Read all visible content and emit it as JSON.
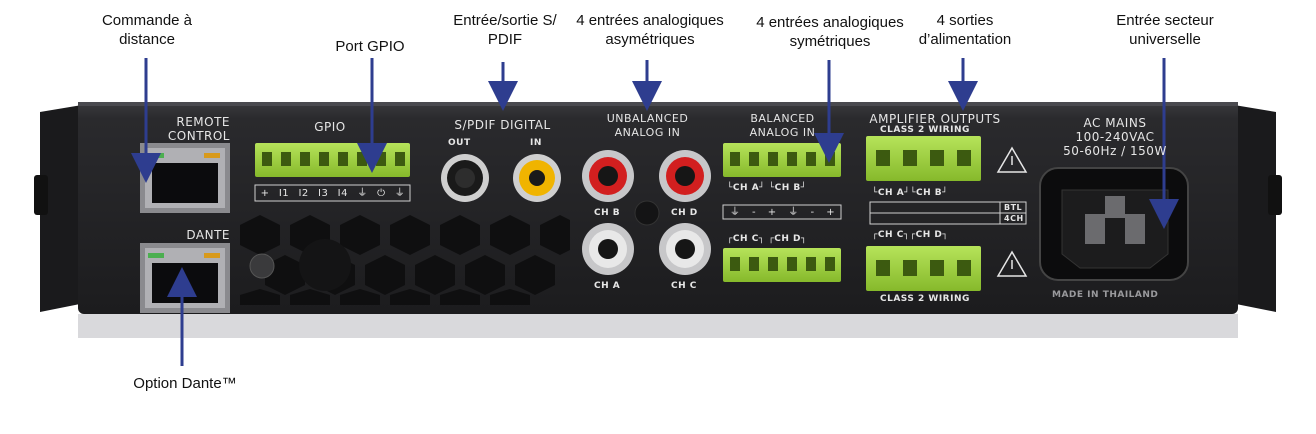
{
  "callouts": {
    "remote": [
      "Commande à",
      "distance"
    ],
    "gpio": "Port GPIO",
    "spdif": [
      "Entrée/sortie S/",
      "PDIF"
    ],
    "unbalanced": [
      "4 entrées analogiques",
      "asymétriques"
    ],
    "balanced": [
      "4 entrées analogiques",
      "symétriques"
    ],
    "outputs": [
      "4 sorties",
      "d’alimentation"
    ],
    "mains": [
      "Entrée secteur",
      "universelle"
    ],
    "dante": "Option Dante™"
  },
  "panel": {
    "remote": [
      "REMOTE",
      "CONTROL"
    ],
    "dante": "DANTE",
    "gpio": "GPIO",
    "gpio_pins": [
      "+",
      "I1",
      "I2",
      "I3",
      "I4",
      "⏚",
      "⏻",
      "⏚"
    ],
    "spdif": "S/PDIF DIGITAL",
    "spdif_out": "OUT",
    "spdif_in": "IN",
    "unbalanced": [
      "UNBALANCED",
      "ANALOG IN"
    ],
    "ch_b": "CH B",
    "ch_d": "CH D",
    "ch_a": "CH A",
    "ch_c": "CH C",
    "balanced": [
      "BALANCED",
      "ANALOG IN"
    ],
    "bal_top": "└CH A┘ └CH B┘",
    "bal_bottom": "┌CH C┐ ┌CH D┐",
    "bal_pins": [
      "⏚",
      "-",
      "+",
      "⏚",
      "-",
      "+"
    ],
    "amp": "AMPLIFIER OUTPUTS",
    "class2": "CLASS 2 WIRING",
    "amp_top": "└CH A┘└CH B┘",
    "amp_bottom": "┌CH C┐┌CH D┐",
    "btl": "BTL",
    "fourch": "4CH",
    "mains": [
      "AC MAINS",
      "100-240VAC",
      "50-60Hz / 150W"
    ],
    "made_in": "MADE IN THAILAND"
  },
  "colors": {
    "chassis": "#232325",
    "terminal": "#9bd13c",
    "arrow": "#2e3d8f",
    "rca_red": "#d21f1f",
    "rca_yellow": "#f0b400",
    "rca_white": "#e8e8e8"
  }
}
